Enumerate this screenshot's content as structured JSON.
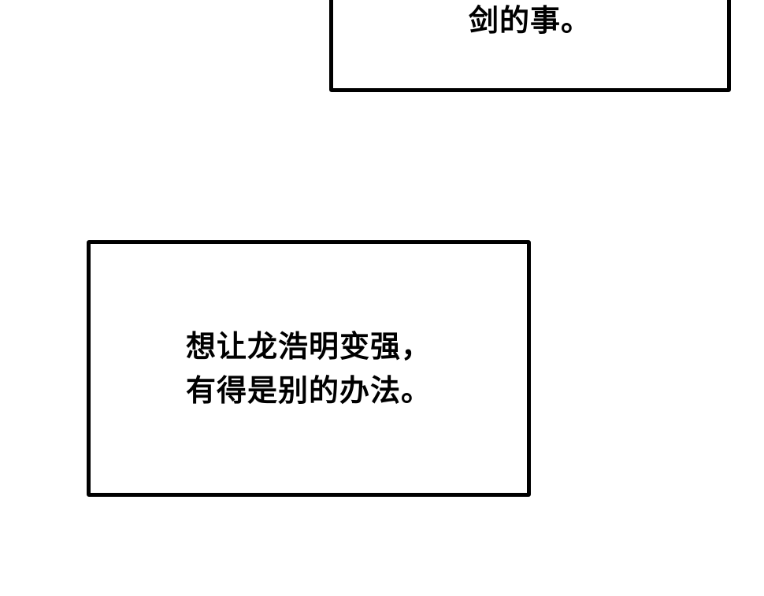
{
  "captions": {
    "top": {
      "lines": [
        "剑的事。"
      ]
    },
    "main": {
      "lines": [
        "想让龙浩明变强，",
        "有得是别的办法。"
      ]
    }
  },
  "colors": {
    "background": "#ffffff",
    "border": "#000000",
    "text": "#000000"
  }
}
